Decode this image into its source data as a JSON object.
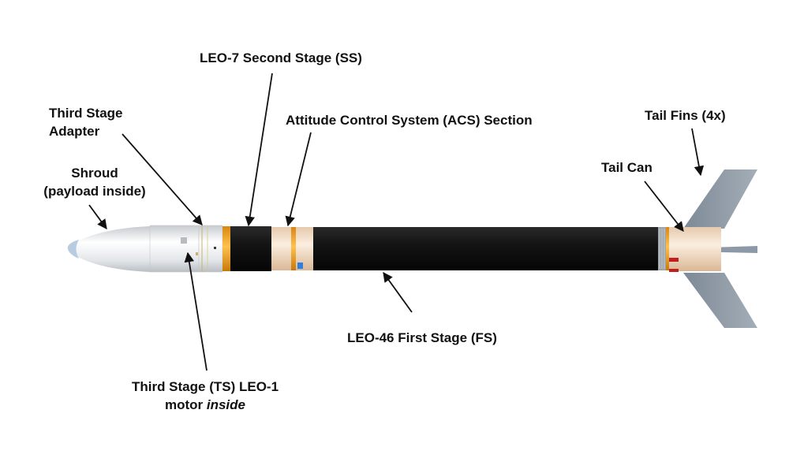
{
  "labels": {
    "second_stage": "LEO-7 Second Stage (SS)",
    "third_stage_adapter_line1": "Third Stage",
    "third_stage_adapter_line2": "Adapter",
    "acs_section": "Attitude Control System (ACS) Section",
    "tail_fins": "Tail Fins (4x)",
    "shroud_line1": "Shroud",
    "shroud_line2": "(payload inside)",
    "tail_can": "Tail Can",
    "first_stage": "LEO-46 First Stage (FS)",
    "third_stage_motor_line1": "Third Stage (TS) LEO-1",
    "third_stage_motor_line2_plain": "motor ",
    "third_stage_motor_line2_italic": "inside"
  },
  "colors": {
    "motor_case": "#1f1f1f",
    "shroud": "#e6e8ea",
    "nose_tip": "#b9cbe0",
    "band_orange": "#f0a12a",
    "section_bands": "#f6dcc2",
    "tail_can": "#f3dcc3",
    "fins": "#8d99a6",
    "accent_red": "#c21e1e",
    "accent_blue": "#2f7fe0",
    "arrows": "#111111"
  }
}
